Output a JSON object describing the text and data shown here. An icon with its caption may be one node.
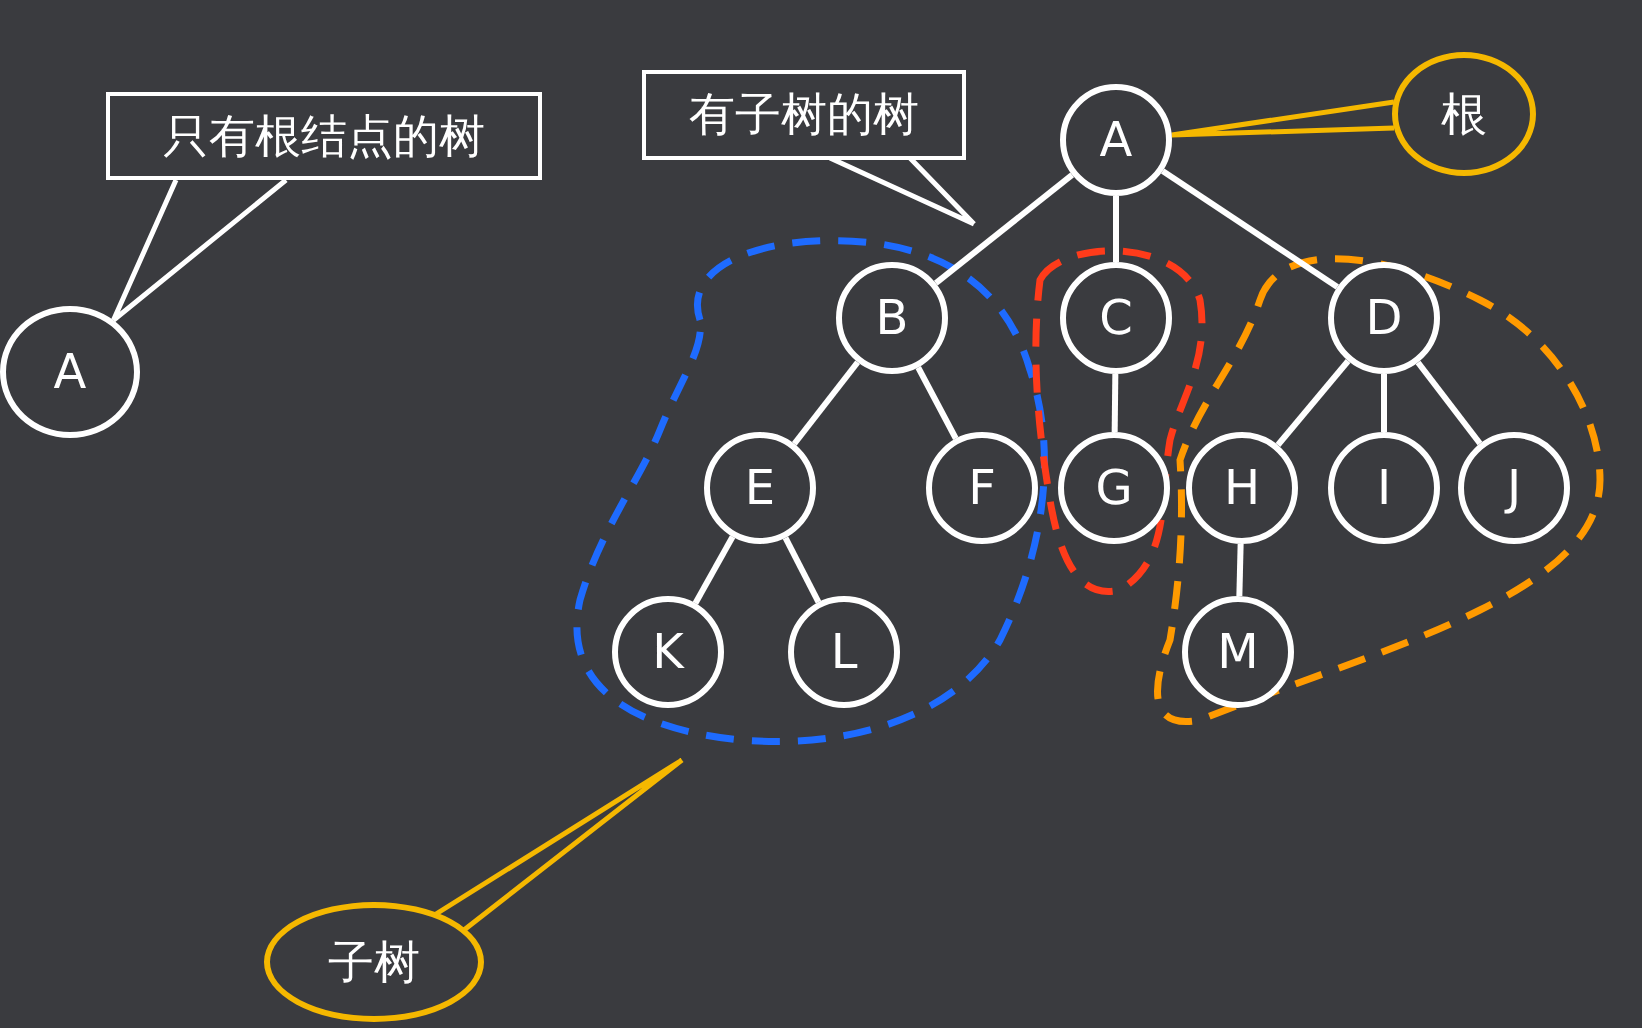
{
  "diagram": {
    "nodes": [
      {
        "text": [
          "只有根结点的树"
        ]
      },
      {
        "text": [
          "A"
        ]
      },
      {
        "text": [
          "有子树的树"
        ]
      },
      {
        "text": [
          "A"
        ]
      },
      {
        "text": [
          "根"
        ]
      },
      {
        "text": [
          "B"
        ]
      },
      {
        "text": [
          "C"
        ]
      },
      {
        "text": [
          "D"
        ]
      },
      {
        "text": [
          "E"
        ]
      },
      {
        "text": [
          "F"
        ]
      },
      {
        "text": [
          "G"
        ]
      },
      {
        "text": [
          "H"
        ]
      },
      {
        "text": [
          "I"
        ]
      },
      {
        "text": [
          "J"
        ]
      },
      {
        "text": [
          "K"
        ]
      },
      {
        "text": [
          "L"
        ]
      },
      {
        "text": [
          "M"
        ]
      },
      {
        "text": [
          "子树"
        ]
      }
    ],
    "edges": [
      {
        "from": 0,
        "to": 1,
        "arrow": "none"
      },
      {
        "from": 2,
        "to": null,
        "arrow": "none"
      },
      {
        "from": 4,
        "to": 3,
        "arrow": "none",
        "color": "#f5b800"
      },
      {
        "from": 17,
        "to": null,
        "arrow": "none",
        "color": "#f5b800"
      },
      {
        "from": 3,
        "to": 5,
        "arrow": "none"
      },
      {
        "from": 3,
        "to": 6,
        "arrow": "none"
      },
      {
        "from": 3,
        "to": 7,
        "arrow": "none"
      },
      {
        "from": 5,
        "to": 8,
        "arrow": "none"
      },
      {
        "from": 5,
        "to": 9,
        "arrow": "none"
      },
      {
        "from": 6,
        "to": 10,
        "arrow": "none"
      },
      {
        "from": 7,
        "to": 11,
        "arrow": "none"
      },
      {
        "from": 7,
        "to": 12,
        "arrow": "none"
      },
      {
        "from": 7,
        "to": 13,
        "arrow": "none"
      },
      {
        "from": 8,
        "to": 14,
        "arrow": "none"
      },
      {
        "from": 8,
        "to": 15,
        "arrow": "none"
      },
      {
        "from": 11,
        "to": 16,
        "arrow": "none"
      }
    ]
  }
}
